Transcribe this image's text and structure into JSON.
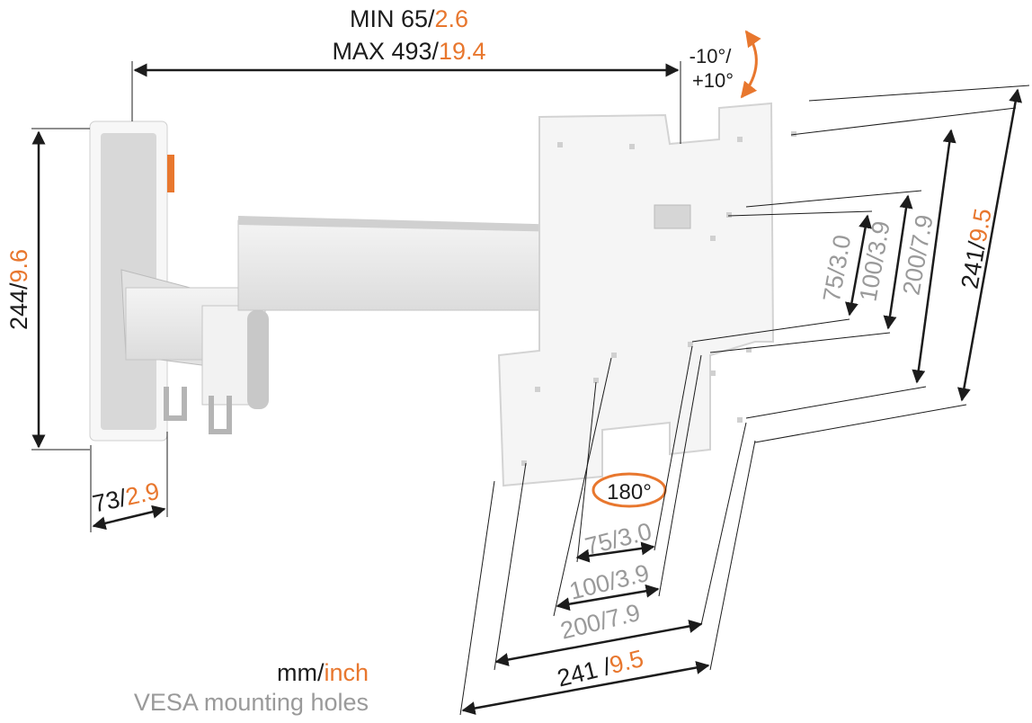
{
  "overall_extension": {
    "min_label": "MIN 65/",
    "min_inch": "2.6",
    "max_label": "MAX 493/",
    "max_inch": "19.4"
  },
  "tilt": {
    "line1": "-10°/",
    "line2": "+10°"
  },
  "wall_plate_height": {
    "mm": "244/",
    "inch": "9.6"
  },
  "wall_plate_width": {
    "mm": "73/",
    "inch": "2.9"
  },
  "rotation": "180°",
  "vesa_vertical": [
    {
      "mm": "75/",
      "inch": "3.0"
    },
    {
      "mm": "100/",
      "inch": "3.9"
    },
    {
      "mm": "200/",
      "inch": "7.9"
    },
    {
      "mm": "241/",
      "inch": "9.5"
    }
  ],
  "vesa_horizontal": [
    {
      "mm": "75/",
      "inch": "3.0"
    },
    {
      "mm": "100/",
      "inch": "3.9"
    },
    {
      "mm": "200/",
      "inch": "7.9"
    },
    {
      "mm": "241 /",
      "inch": "9.5"
    }
  ],
  "legend": {
    "mm": "mm/",
    "inch": "inch",
    "vesa": "VESA mounting holes"
  },
  "colors": {
    "accent": "#e8772e",
    "gray": "#9a9a9a",
    "text": "#1c1c1c"
  }
}
